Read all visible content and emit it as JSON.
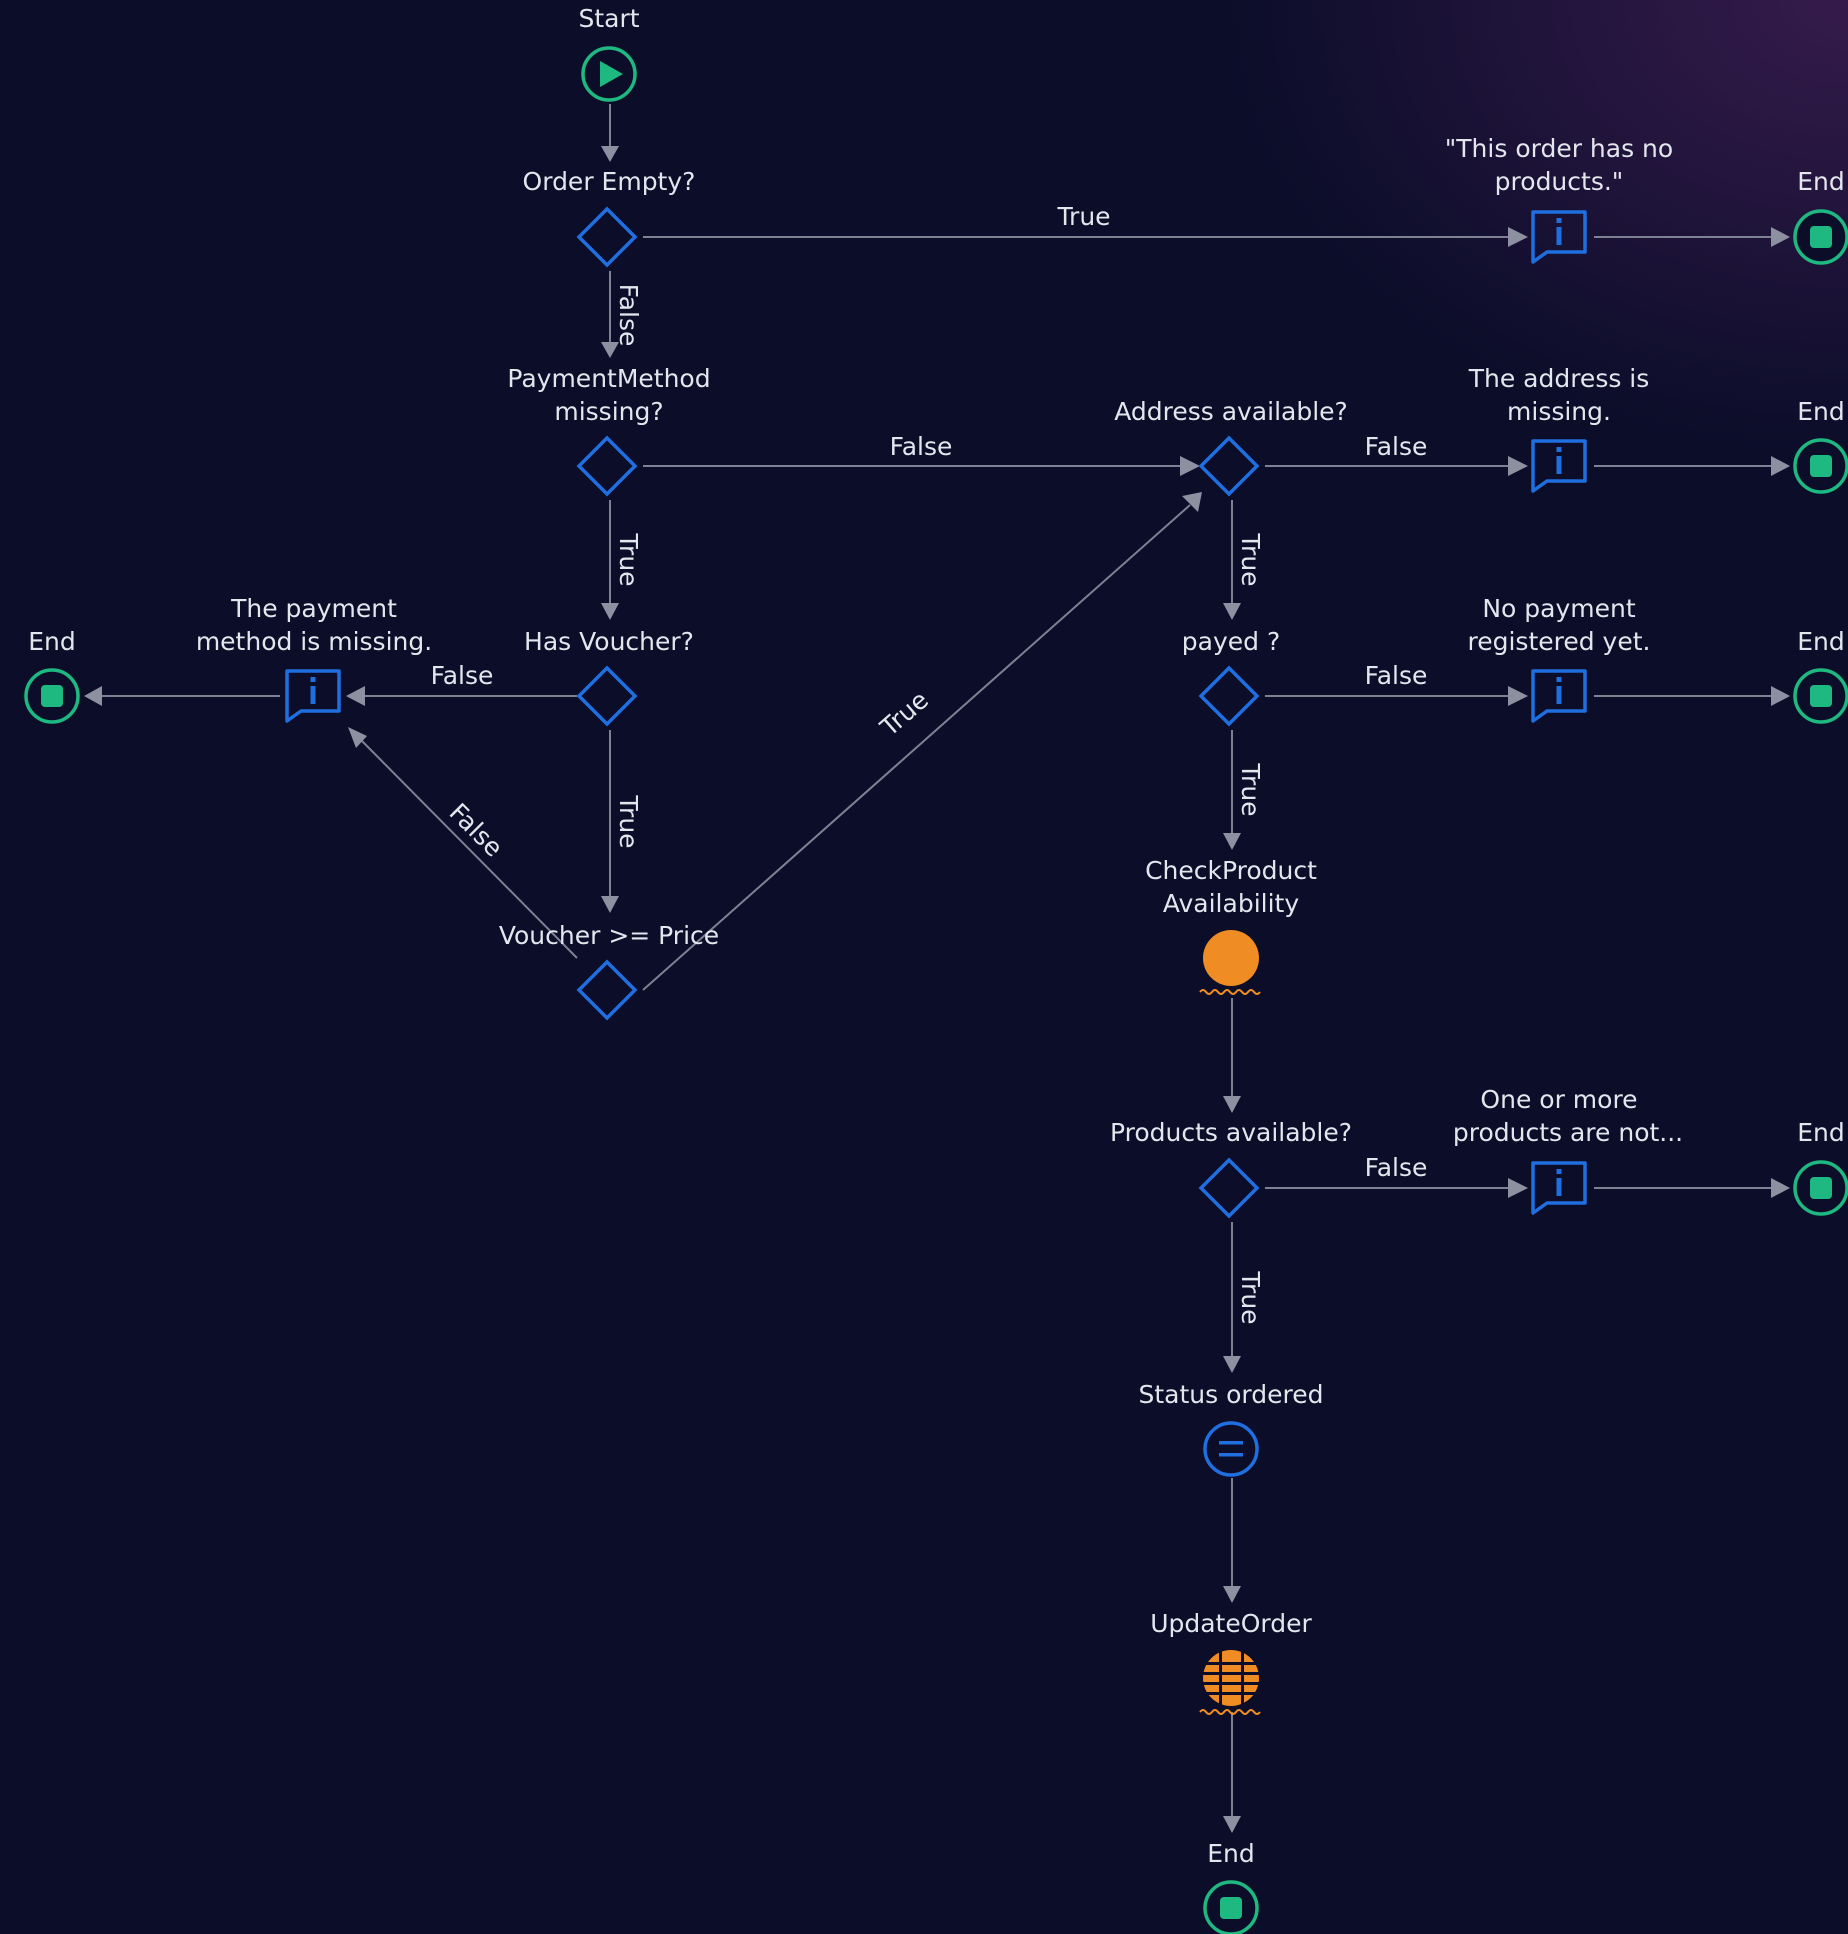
{
  "colors": {
    "background": "#0b0d29",
    "accent_glow": "#582668",
    "decision_blue": "#1f6fe0",
    "start_end_green": "#1eb980",
    "server_action_orange": "#ef8c24",
    "edge_gray": "#7e8192"
  },
  "nodes": {
    "start": {
      "label": "Start",
      "icon": "play-icon"
    },
    "order_empty": {
      "label": "Order Empty?",
      "icon": "diamond-icon"
    },
    "msg_no_products": {
      "label_line1": "\"This order has no",
      "label_line2": "products.\"",
      "icon": "message-info-icon"
    },
    "end_no_products": {
      "label": "End",
      "icon": "stop-icon"
    },
    "payment_missing": {
      "label_line1": "PaymentMethod",
      "label_line2": "missing?",
      "icon": "diamond-icon"
    },
    "address_available": {
      "label": "Address available?",
      "icon": "diamond-icon"
    },
    "msg_address": {
      "label_line1": "The address is",
      "label_line2": "missing.",
      "icon": "message-info-icon"
    },
    "end_address": {
      "label": "End",
      "icon": "stop-icon"
    },
    "end_payment_missing": {
      "label": "End",
      "icon": "stop-icon"
    },
    "msg_payment_missing": {
      "label_line1": "The payment",
      "label_line2": "method is missing.",
      "icon": "message-info-icon"
    },
    "has_voucher": {
      "label": "Has Voucher?",
      "icon": "diamond-icon"
    },
    "payed": {
      "label": "payed ?",
      "icon": "diamond-icon"
    },
    "msg_no_payment": {
      "label_line1": "No payment",
      "label_line2": "registered yet.",
      "icon": "message-info-icon"
    },
    "end_no_payment": {
      "label": "End",
      "icon": "stop-icon"
    },
    "check_product": {
      "label_line1": "CheckProduct",
      "label_line2": "Availability",
      "icon": "server-action-icon"
    },
    "voucher_price": {
      "label": "Voucher >= Price",
      "icon": "diamond-icon"
    },
    "products_available": {
      "label": "Products available?",
      "icon": "diamond-icon"
    },
    "msg_products_not": {
      "label_line1": "One or more",
      "label_line2": "products are not...",
      "icon": "message-info-icon"
    },
    "end_products_not": {
      "label": "End",
      "icon": "stop-icon"
    },
    "status_ordered": {
      "label": "Status ordered",
      "icon": "assign-icon"
    },
    "update_order": {
      "label": "UpdateOrder",
      "icon": "entity-action-icon"
    },
    "end_final": {
      "label": "End",
      "icon": "stop-icon"
    }
  },
  "edges": {
    "order_empty_true": "True",
    "order_empty_false": "False",
    "payment_missing_false": "False",
    "payment_missing_true": "True",
    "address_false": "False",
    "address_true": "True",
    "has_voucher_false": "False",
    "has_voucher_true": "True",
    "voucher_true": "True",
    "voucher_false": "False",
    "payed_false": "False",
    "payed_true": "True",
    "products_false": "False",
    "products_true": "True"
  }
}
